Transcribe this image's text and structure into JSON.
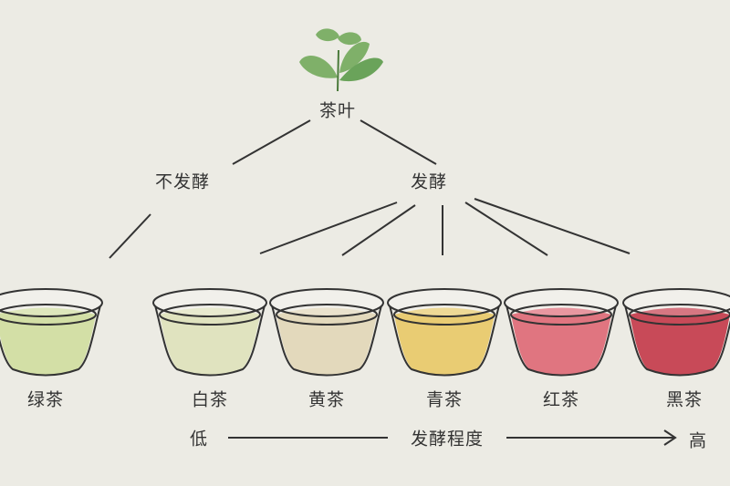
{
  "root": "茶叶",
  "branches": {
    "unfermented": "不发酵",
    "fermented": "发酵"
  },
  "teas": [
    {
      "name": "绿茶",
      "color": "#d3dfa6"
    },
    {
      "name": "白茶",
      "color": "#e0e3bf"
    },
    {
      "name": "黄茶",
      "color": "#e3d9bc"
    },
    {
      "name": "青茶",
      "color": "#e9cc73"
    },
    {
      "name": "红茶",
      "color": "#e07580"
    },
    {
      "name": "黑茶",
      "color": "#c84a58"
    }
  ],
  "axis": {
    "low": "低",
    "label": "发酵程度",
    "high": "高"
  },
  "colors": {
    "leaf": "#7fb069",
    "line": "#333333",
    "background": "#ecebe4"
  }
}
